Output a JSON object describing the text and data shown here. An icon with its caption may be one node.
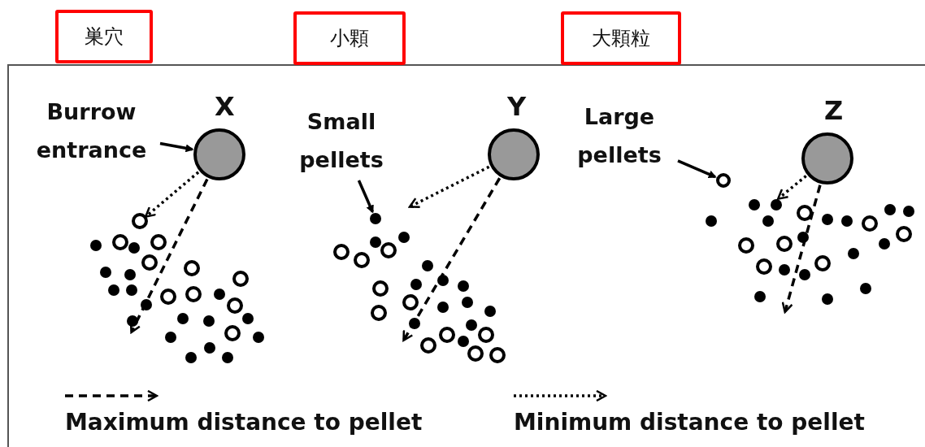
{
  "diagram": {
    "nodes": [
      {
        "text": [
          "巣穴"
        ]
      },
      {
        "text": [
          "小顆"
        ]
      },
      {
        "text": [
          "大顆粒"
        ]
      },
      {
        "text": [
          "Burrow entrance"
        ]
      },
      {
        "text": [],
        "shape": "circle",
        "beside": [
          "X"
        ]
      },
      {
        "text": [
          "Small pellets"
        ]
      },
      {
        "text": [],
        "shape": "circle"
      },
      {
        "text": [],
        "shape": "circle",
        "beside": [
          "Y"
        ]
      },
      {
        "text": [
          "Large pellets"
        ]
      },
      {
        "text": [],
        "shape": "circle"
      },
      {
        "text": [],
        "shape": "circle",
        "beside": [
          "Z"
        ]
      }
    ],
    "edges": [
      {
        "from": 3,
        "to": 4,
        "arrow": "to"
      },
      {
        "from": 4,
        "to": null,
        "arrow": "to",
        "style": "dashed"
      },
      {
        "from": 4,
        "to": null,
        "arrow": "to",
        "style": "dashed"
      },
      {
        "from": 5,
        "to": 6,
        "arrow": "to"
      },
      {
        "from": 7,
        "to": null,
        "arrow": "to",
        "style": "dashed"
      },
      {
        "from": 7,
        "to": null,
        "arrow": "to",
        "style": "dashed"
      },
      {
        "from": 8,
        "to": 9,
        "arrow": "to"
      },
      {
        "from": 10,
        "to": null,
        "arrow": "to",
        "style": "dashed"
      },
      {
        "from": 10,
        "to": null,
        "arrow": "to",
        "style": "dashed"
      }
    ],
    "legend": [
      {
        "text": "Maximum distance to pellet"
      },
      {
        "text": "Minimum distance to pellet"
      }
    ]
  }
}
